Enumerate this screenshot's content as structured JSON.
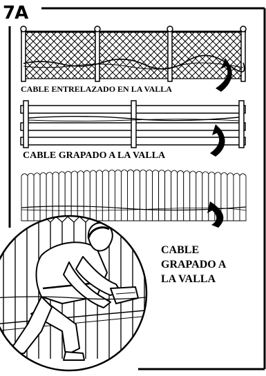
{
  "figure_label": "7A",
  "captions": {
    "chain_link": "CABLE ENTRELAZADO EN LA VALLA",
    "rail_fence": "CABLE GRAPADO A LA VALLA",
    "wood_fence": [
      "CABLE",
      "GRAPADO A",
      "LA VALLA"
    ]
  },
  "colors": {
    "ink": "#000000",
    "paper": "#ffffff"
  },
  "illustrations": [
    "chain-link-fence",
    "split-rail-fence",
    "wood-picket-fence",
    "person-stapling-cable-magnified"
  ]
}
